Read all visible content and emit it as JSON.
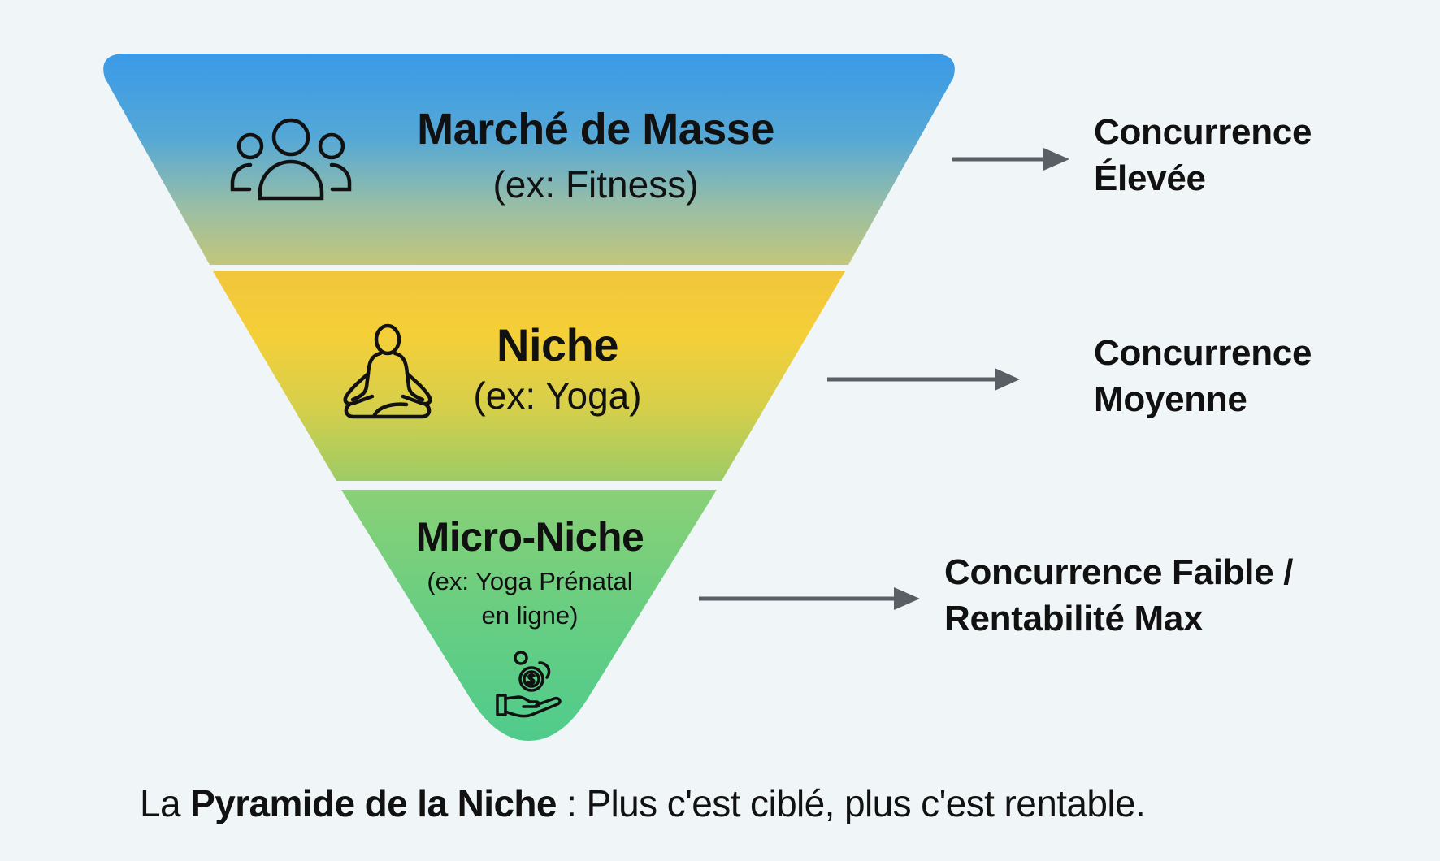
{
  "diagram": {
    "title": "La Pyramide de la Niche",
    "type": "inverted-pyramid",
    "levels": [
      {
        "title": "Marché de Masse",
        "example": "(ex: Fitness)",
        "icon": "people-group-icon",
        "gradient": [
          "#3a9ae8",
          "#62aecc",
          "#9cc0a0",
          "#c2c77a"
        ],
        "outcome_line1": "Concurrence",
        "outcome_line2": "Élevée"
      },
      {
        "title": "Niche",
        "example": "(ex: Yoga)",
        "icon": "meditation-icon",
        "gradient": [
          "#f2c83c",
          "#f4d03a",
          "#d8cf48",
          "#9ecb64"
        ],
        "outcome_line1": "Concurrence",
        "outcome_line2": "Moyenne"
      },
      {
        "title": "Micro-Niche",
        "example_line1": "(ex: Yoga Prénatal",
        "example_line2": "en ligne)",
        "icon": "hand-coins-icon",
        "gradient": [
          "#8ad076",
          "#6ccf80",
          "#52cc8c"
        ],
        "outcome_line1": "Concurrence Faible /",
        "outcome_line2": "Rentabilité Max"
      }
    ],
    "arrow_color": "#5a5f66",
    "background": "#f0f5f8"
  },
  "caption": {
    "prefix": "La ",
    "bold": "Pyramide de la Niche",
    "suffix": " : Plus c'est ciblé, plus c'est rentable."
  }
}
